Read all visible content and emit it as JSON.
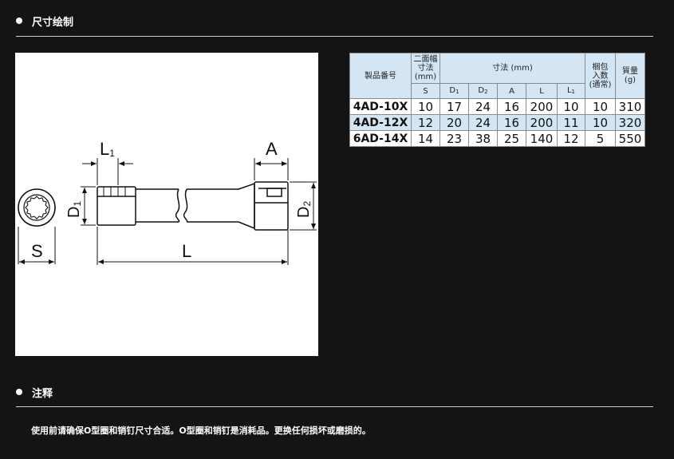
{
  "sections": {
    "dimensions_title": "尺寸绘制",
    "notes_title": "注释"
  },
  "drawing": {
    "labels": {
      "L1": "L",
      "L1_sub": "1",
      "A": "A",
      "D1": "D",
      "D1_sub": "1",
      "D2": "D",
      "D2_sub": "2",
      "S": "S",
      "L": "L"
    }
  },
  "table": {
    "headers": {
      "model": "製品番号",
      "across_flats": [
        "二面幅",
        "寸法",
        "(mm)"
      ],
      "dimensions": "寸法 (mm)",
      "pack": [
        "梱包",
        "入数",
        "(通常)"
      ],
      "weight": [
        "質量",
        "(g)"
      ]
    },
    "subheaders": [
      {
        "main": "S",
        "sub": ""
      },
      {
        "main": "D",
        "sub": "1"
      },
      {
        "main": "D",
        "sub": "2"
      },
      {
        "main": "A",
        "sub": ""
      },
      {
        "main": "L",
        "sub": ""
      },
      {
        "main": "L",
        "sub": "1"
      }
    ],
    "rows": [
      {
        "model": "4AD-10X",
        "S": "10",
        "D1": "17",
        "D2": "24",
        "A": "16",
        "L": "200",
        "L1": "10",
        "pack": "10",
        "weight": "310"
      },
      {
        "model": "4AD-12X",
        "S": "12",
        "D1": "20",
        "D2": "24",
        "A": "16",
        "L": "200",
        "L1": "11",
        "pack": "10",
        "weight": "320"
      },
      {
        "model": "6AD-14X",
        "S": "14",
        "D1": "23",
        "D2": "38",
        "A": "25",
        "L": "140",
        "L1": "12",
        "pack": "5",
        "weight": "550"
      }
    ]
  },
  "notes": {
    "text": "使用前请确保O型圈和销钉尺寸合适。O型圈和销钉是消耗品。更换任何损坏或磨损的。"
  },
  "colors": {
    "background": "#141414",
    "table_header_fill": "#d4e6f3",
    "text_white": "#ffffff"
  }
}
